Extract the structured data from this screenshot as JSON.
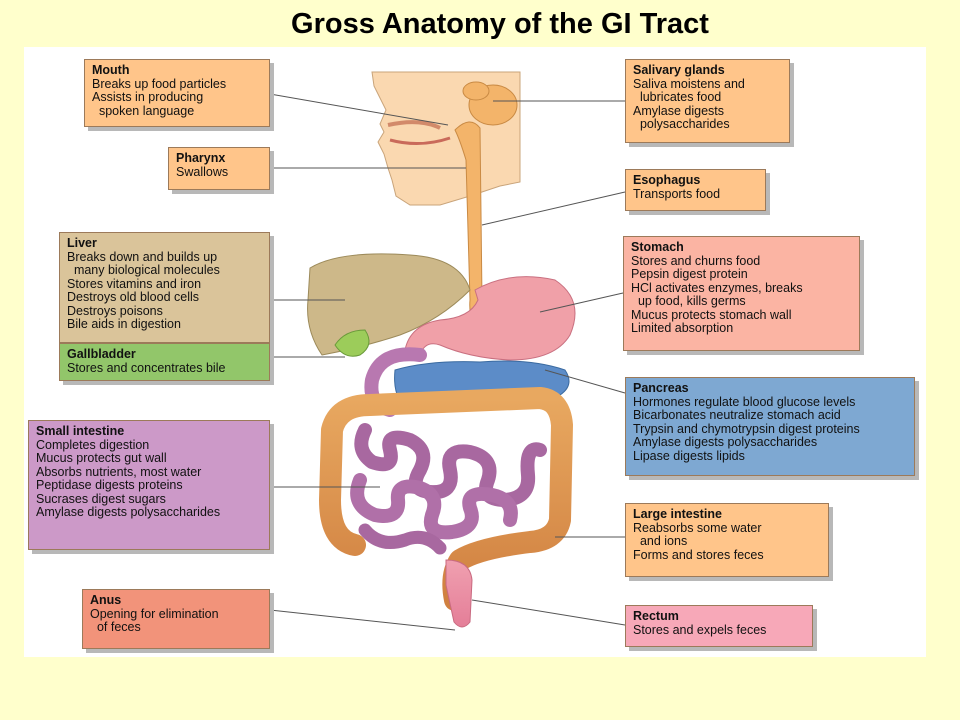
{
  "title": "Gross Anatomy of the GI Tract",
  "labels": {
    "mouth": {
      "heading": "Mouth",
      "lines": [
        "Breaks up food particles",
        "Assists in producing",
        "  spoken language"
      ]
    },
    "pharynx": {
      "heading": "Pharynx",
      "lines": [
        "Swallows"
      ]
    },
    "liver": {
      "heading": "Liver",
      "lines": [
        "Breaks down and builds up",
        "  many biological molecules",
        "Stores vitamins and iron",
        "Destroys old blood cells",
        "Destroys poisons",
        "Bile aids in digestion"
      ]
    },
    "gallbladder": {
      "heading": "Gallbladder",
      "lines": [
        "Stores and concentrates bile"
      ]
    },
    "small_intestine": {
      "heading": "Small intestine",
      "lines": [
        "Completes digestion",
        "Mucus protects gut wall",
        "Absorbs nutrients, most water",
        "Peptidase digests proteins",
        "Sucrases digest sugars",
        "Amylase digests polysaccharides"
      ]
    },
    "anus": {
      "heading": "Anus",
      "lines": [
        "Opening for elimination",
        "  of feces"
      ]
    },
    "salivary_glands": {
      "heading": "Salivary glands",
      "lines": [
        "Saliva moistens and",
        "  lubricates food",
        "Amylase digests",
        "  polysaccharides"
      ]
    },
    "esophagus": {
      "heading": "Esophagus",
      "lines": [
        "Transports food"
      ]
    },
    "stomach": {
      "heading": "Stomach",
      "lines": [
        "Stores and churns food",
        "Pepsin digest protein",
        "HCl activates enzymes, breaks",
        "  up food, kills germs",
        "Mucus protects stomach wall",
        "Limited absorption"
      ]
    },
    "pancreas": {
      "heading": "Pancreas",
      "lines": [
        "Hormones regulate blood glucose levels",
        "Bicarbonates neutralize stomach acid",
        "Trypsin and chymotrypsin digest proteins",
        "Amylase digests polysaccharides",
        "Lipase digests lipids"
      ]
    },
    "large_intestine": {
      "heading": "Large intestine",
      "lines": [
        "Reabsorbs some water",
        "  and ions",
        "Forms and stores feces"
      ]
    },
    "rectum": {
      "heading": "Rectum",
      "lines": [
        "Stores and expels feces"
      ]
    }
  },
  "colors": {
    "background": "#ffffcc",
    "orange": "#ffc58a",
    "liver": "#dac49a",
    "gallbladder": "#92c66a",
    "small_intestine": "#cc99c8",
    "stomach": "#fbb4a3",
    "pancreas": "#7ea8d2",
    "anus": "#f2937a",
    "rectum": "#f7a8b8"
  }
}
